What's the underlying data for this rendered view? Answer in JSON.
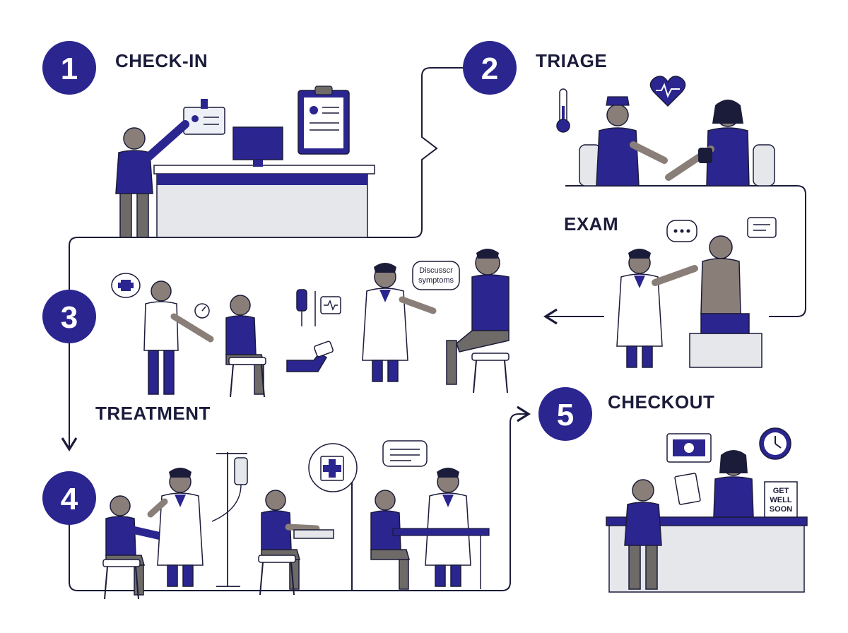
{
  "colors": {
    "primary": "#2b2590",
    "ink": "#1b1b3a",
    "skin": "#8a7f78",
    "pants": "#6e6a68",
    "desk": "#e5e7eb"
  },
  "steps": [
    {
      "number": "1",
      "label": "CHECK-IN"
    },
    {
      "number": "2",
      "label": "TRIAGE"
    },
    {
      "number": "3",
      "label": "EXAM"
    },
    {
      "number": "4",
      "label": "TREATMENT"
    },
    {
      "number": "5",
      "label": "CHECKOUT"
    }
  ],
  "bubbles": {
    "discuss": [
      "Discusscr",
      "symptoms"
    ]
  },
  "sign": [
    "GET",
    "WELL",
    "SOON"
  ]
}
